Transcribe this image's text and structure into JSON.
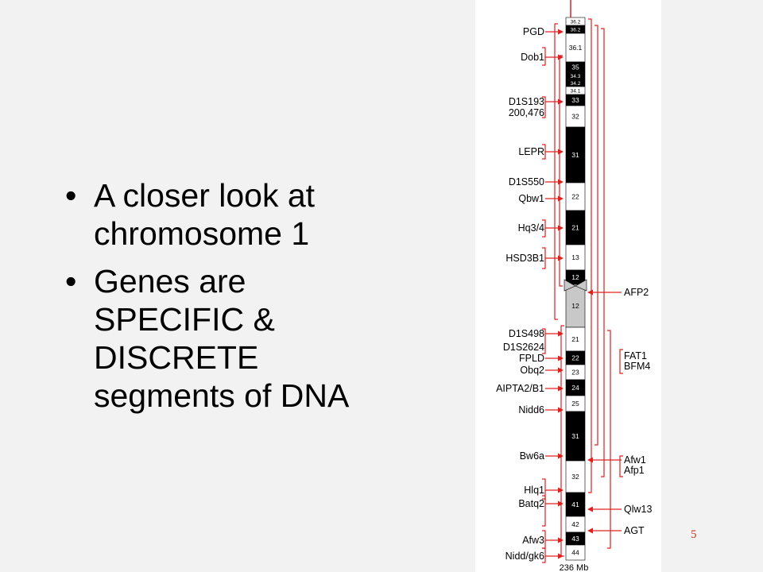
{
  "bullets": [
    {
      "marker": "•",
      "text": "A closer look at chromosome 1"
    },
    {
      "marker": "•",
      "text": "Genes are SPECIFIC & DISCRETE segments of DNA"
    }
  ],
  "slide_number": "5",
  "chromosome": {
    "bands": [
      {
        "label": "36.2",
        "dark": false
      },
      {
        "label": "36.2",
        "dark": true
      },
      {
        "label": "36.1",
        "dark": false
      },
      {
        "label": "35",
        "dark": true
      },
      {
        "label": "34.3",
        "dark": true
      },
      {
        "label": "34.2",
        "dark": true
      },
      {
        "label": "34.1",
        "dark": false
      },
      {
        "label": "33",
        "dark": true
      },
      {
        "label": "32",
        "dark": false
      },
      {
        "label": "31",
        "dark": true
      },
      {
        "label": "22",
        "dark": false
      },
      {
        "label": "21",
        "dark": true
      },
      {
        "label": "13",
        "dark": false
      },
      {
        "label": "12",
        "dark": true
      },
      {
        "label": "12",
        "dark": false,
        "centromere": true
      },
      {
        "label": "21",
        "dark": false
      },
      {
        "label": "22",
        "dark": true
      },
      {
        "label": "23",
        "dark": false
      },
      {
        "label": "24",
        "dark": true
      },
      {
        "label": "25",
        "dark": false
      },
      {
        "label": "31",
        "dark": true
      },
      {
        "label": "32",
        "dark": false
      },
      {
        "label": "41",
        "dark": true
      },
      {
        "label": "42",
        "dark": false
      },
      {
        "label": "43",
        "dark": true
      },
      {
        "label": "44",
        "dark": false
      }
    ],
    "length_label": "236 Mb",
    "left_genes": [
      "PGD",
      "Dob1",
      "D1S193",
      "200,476",
      "LEPR",
      "D1S550",
      "Qbw1",
      "Hq3/4",
      "HSD3B1",
      "D1S498",
      "D1S2624",
      "FPLD",
      "Obq2",
      "AIPTA2/B1",
      "Nidd6",
      "Bw6a",
      "Hlq1",
      "Batq2",
      "Afw3",
      "Nidd/gk6"
    ],
    "right_genes": [
      "AFP2",
      "FAT1",
      "BFM4",
      "Afw1",
      "Afp1",
      "Qlw13",
      "AGT"
    ],
    "colors": {
      "marker": "#e0201e",
      "dark_band": "#000000",
      "light_band": "#ffffff",
      "centromere": "#c8c8c8",
      "panel": "#ffffff"
    }
  }
}
